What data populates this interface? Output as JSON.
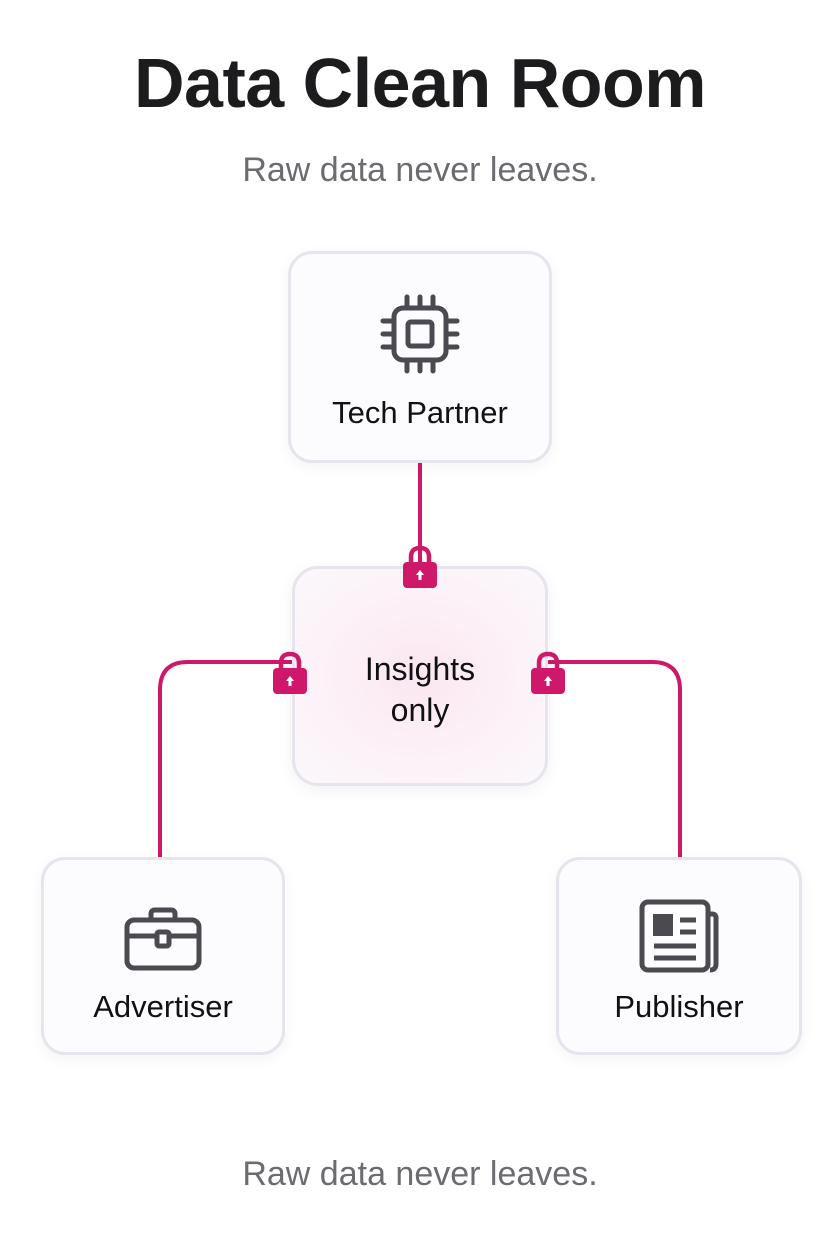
{
  "header": {
    "title": "Data Clean Room",
    "subtitle": "Raw data never leaves."
  },
  "nodes": {
    "tech_partner": {
      "label": "Tech Partner",
      "icon": "cpu-chip-icon"
    },
    "advertiser": {
      "label": "Advertiser",
      "icon": "briefcase-icon"
    },
    "publisher": {
      "label": "Publisher",
      "icon": "newspaper-icon"
    }
  },
  "center": {
    "label_line1": "Insights",
    "label_line2": "only"
  },
  "footer": {
    "caption": "Raw data never leaves."
  },
  "colors": {
    "accent": "#d0186a",
    "card_border": "#e6e4ec",
    "card_fill": "#fcfbfe",
    "icon": "#4a4a50",
    "title": "#1c1c1e",
    "subtitle": "#6b6b70"
  }
}
